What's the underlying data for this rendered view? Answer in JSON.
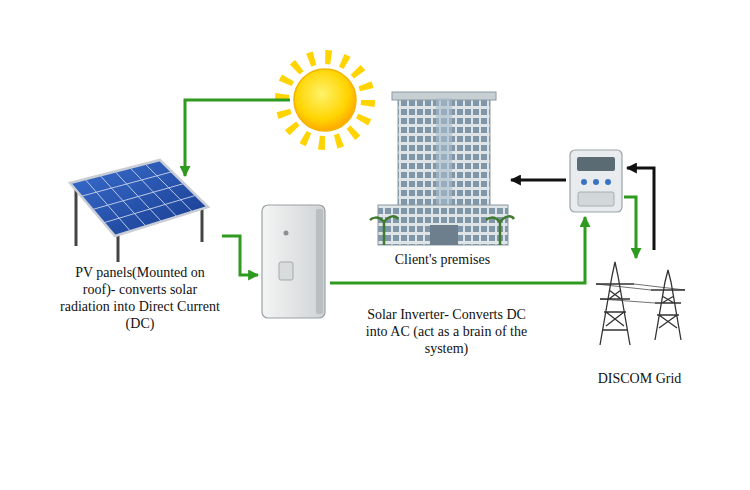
{
  "diagram": {
    "nodes": [
      {
        "text": [
          "PV panels(Mounted on roof)- converts solar radiation into Direct Current (DC)"
        ]
      },
      {
        "text": [
          "Solar Inverter- Converts DC into AC (act as a brain of the system)"
        ]
      },
      {
        "text": [
          "Client's premises"
        ]
      },
      {
        "text": [
          "DISCOM Grid"
        ]
      }
    ],
    "edges": [
      {
        "from": 0,
        "to": 1,
        "arrow": "to"
      }
    ]
  }
}
